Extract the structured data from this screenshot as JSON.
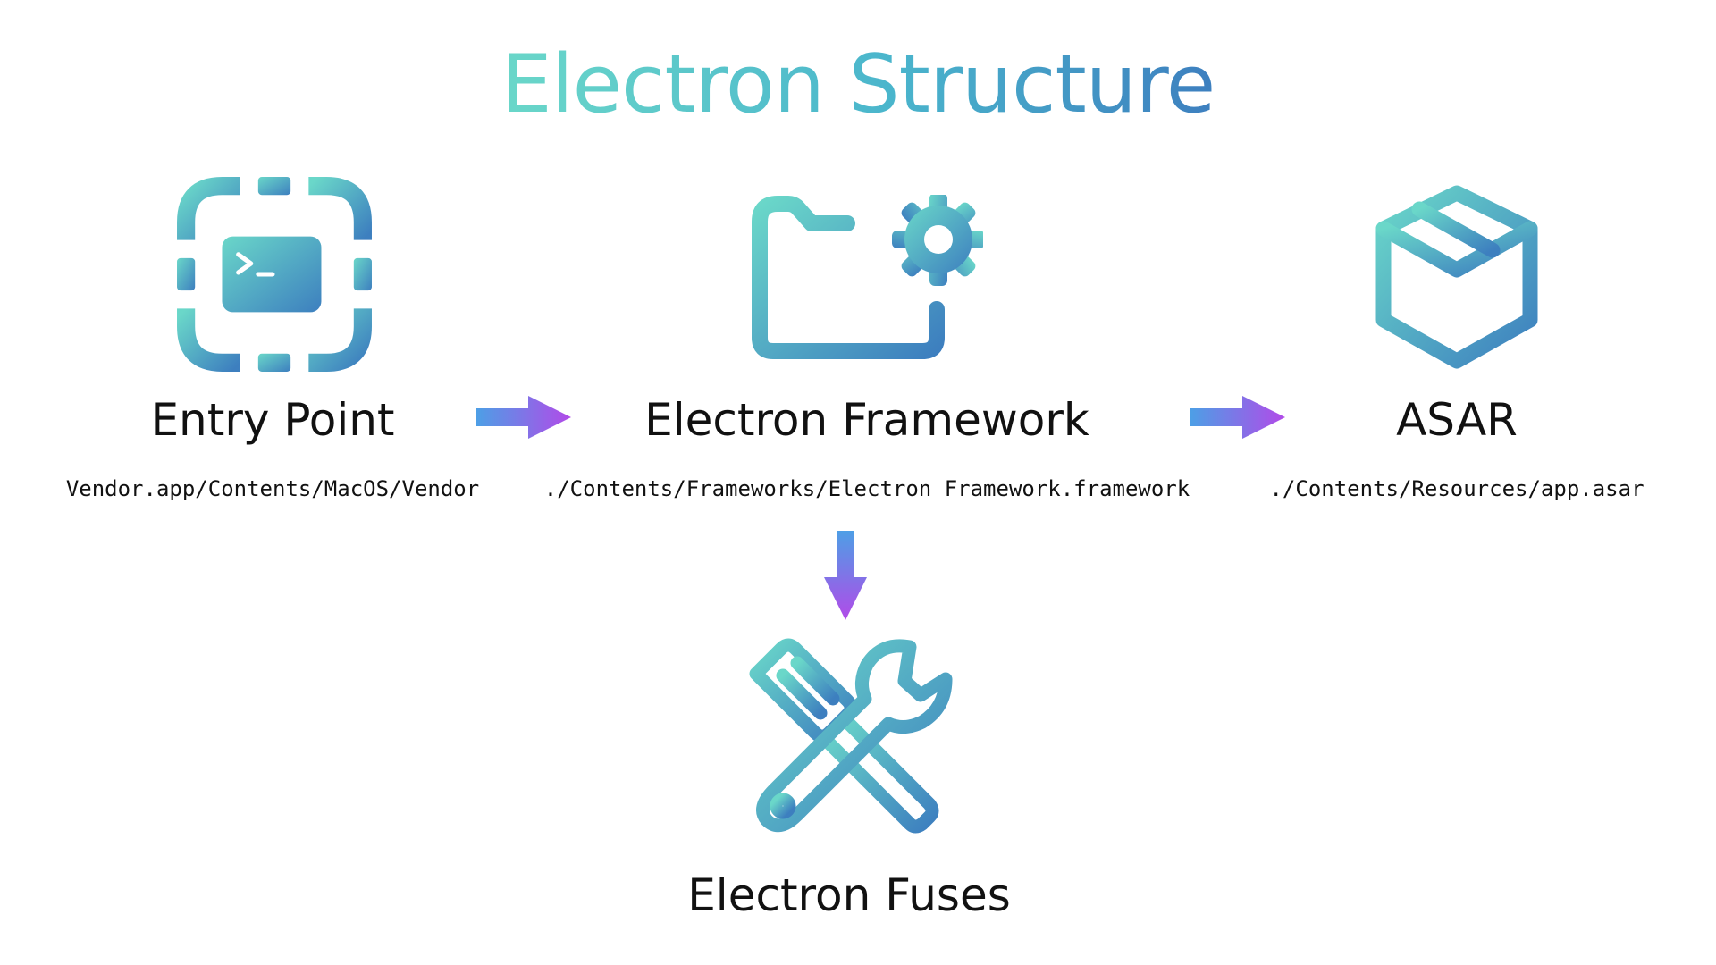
{
  "title": "Electron Structure",
  "colors": {
    "icon_gradient_start": "#6ad7c9",
    "icon_gradient_end": "#3d7fbf",
    "arrow_gradient_start": "#4d9fe6",
    "arrow_gradient_end": "#b24ae8"
  },
  "nodes": [
    {
      "label": "Entry Point",
      "path": "Vendor.app/Contents/MacOS/Vendor",
      "icon": "terminal-icon"
    },
    {
      "label": "Electron Framework",
      "path": "./Contents/Frameworks/Electron Framework.framework",
      "icon": "folder-gear-icon"
    },
    {
      "label": "ASAR",
      "path": "./Contents/Resources/app.asar",
      "icon": "package-box-icon"
    },
    {
      "label": "Electron Fuses",
      "path": "",
      "icon": "tools-icon"
    }
  ],
  "edges": [
    {
      "from": "Entry Point",
      "to": "Electron Framework",
      "direction": "right"
    },
    {
      "from": "Electron Framework",
      "to": "ASAR",
      "direction": "right"
    },
    {
      "from": "Electron Framework",
      "to": "Electron Fuses",
      "direction": "down"
    }
  ]
}
